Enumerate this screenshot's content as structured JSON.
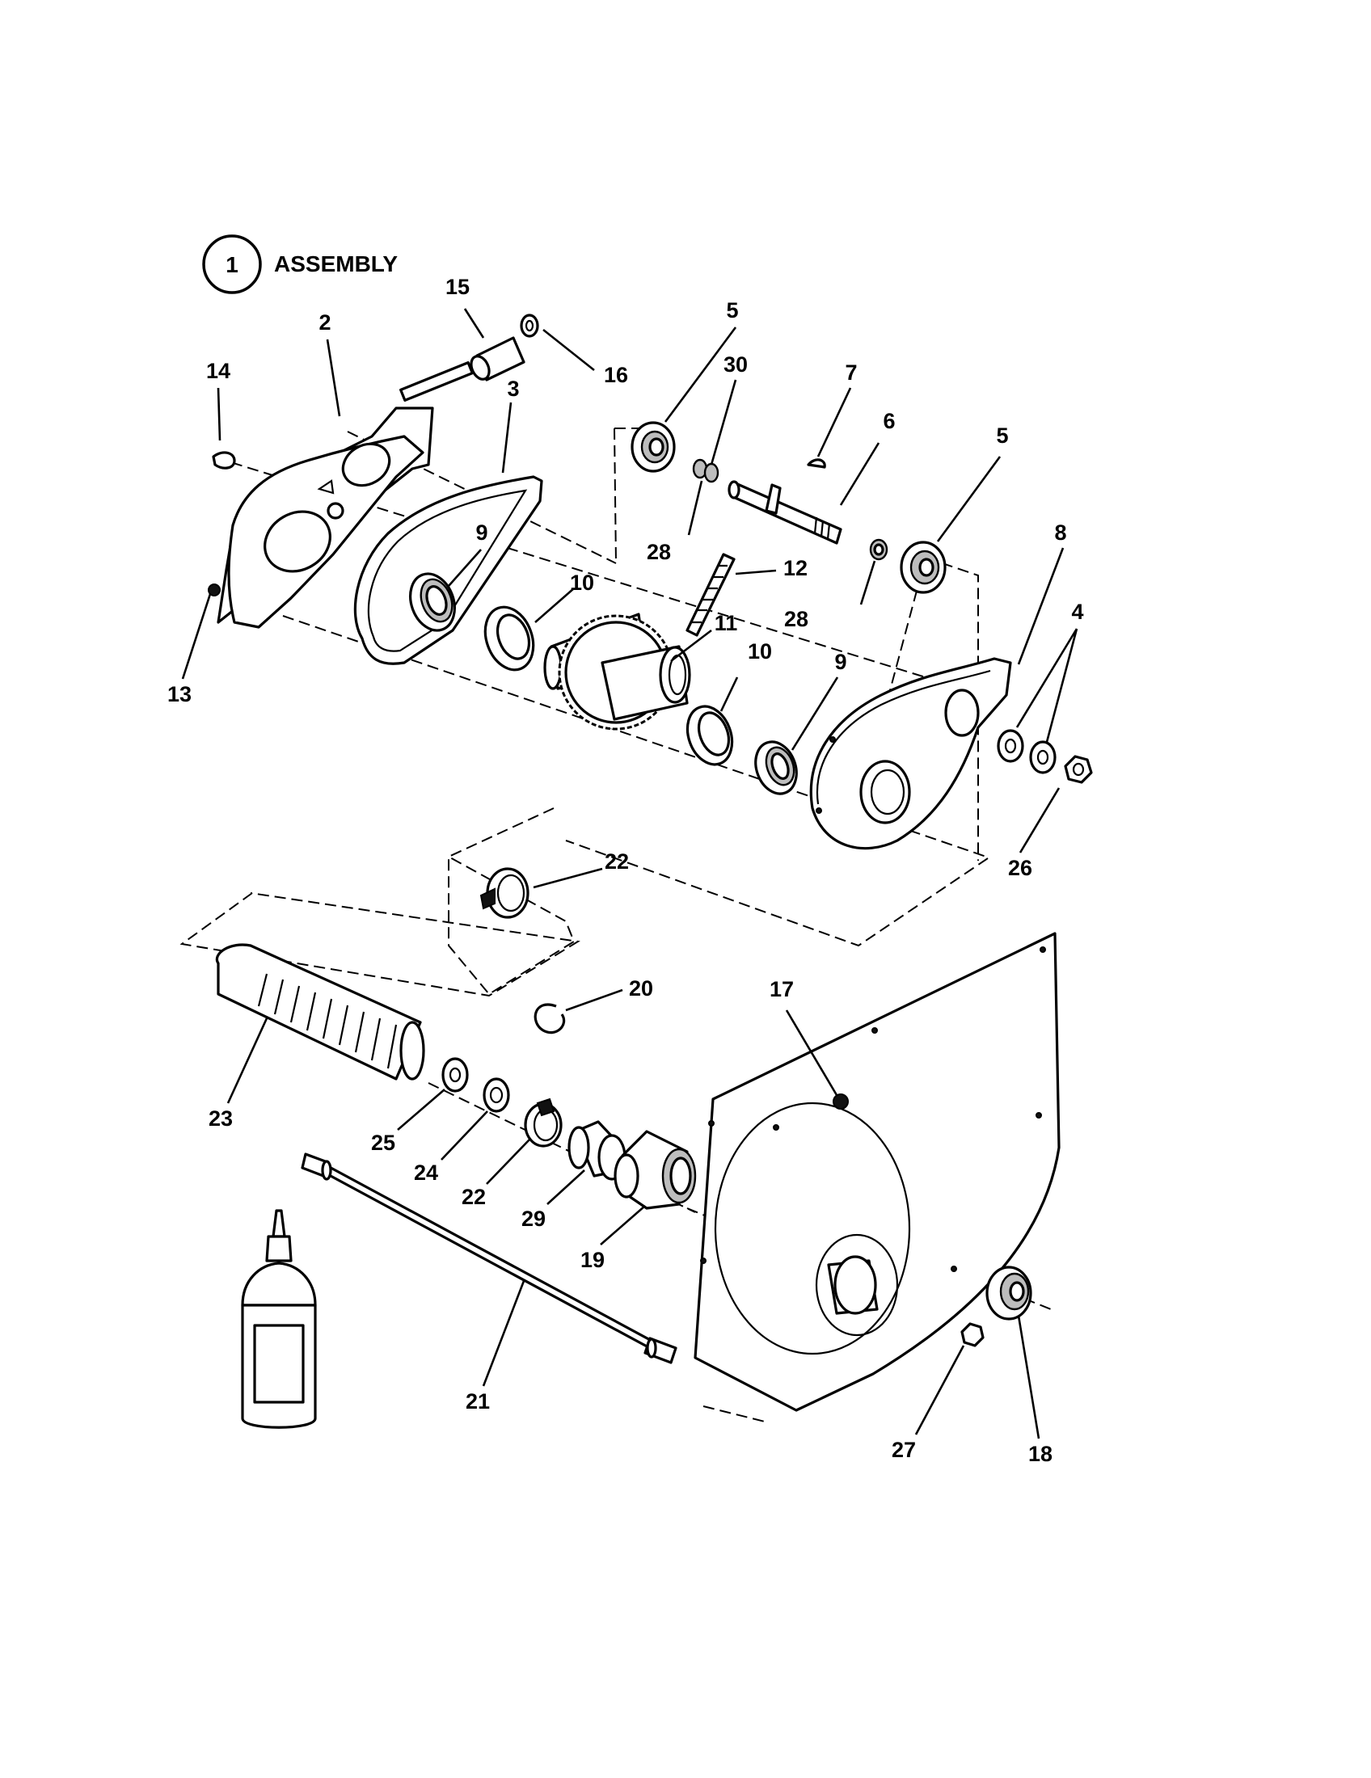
{
  "assembly": {
    "number": "1",
    "label": "ASSEMBLY"
  },
  "callouts": [
    {
      "id": "c15",
      "text": "15"
    },
    {
      "id": "c16",
      "text": "16"
    },
    {
      "id": "c2",
      "text": "2"
    },
    {
      "id": "c3",
      "text": "3"
    },
    {
      "id": "c14",
      "text": "14"
    },
    {
      "id": "c5a",
      "text": "5"
    },
    {
      "id": "c30",
      "text": "30"
    },
    {
      "id": "c7",
      "text": "7"
    },
    {
      "id": "c6",
      "text": "6"
    },
    {
      "id": "c5b",
      "text": "5"
    },
    {
      "id": "c28a",
      "text": "28"
    },
    {
      "id": "c12",
      "text": "12"
    },
    {
      "id": "c28b",
      "text": "28"
    },
    {
      "id": "c9a",
      "text": "9"
    },
    {
      "id": "c10a",
      "text": "10"
    },
    {
      "id": "c11",
      "text": "11"
    },
    {
      "id": "c10b",
      "text": "10"
    },
    {
      "id": "c9b",
      "text": "9"
    },
    {
      "id": "c8",
      "text": "8"
    },
    {
      "id": "c4",
      "text": "4"
    },
    {
      "id": "c13",
      "text": "13"
    },
    {
      "id": "c26",
      "text": "26"
    },
    {
      "id": "c22a",
      "text": "22"
    },
    {
      "id": "c20",
      "text": "20"
    },
    {
      "id": "c17",
      "text": "17"
    },
    {
      "id": "c23",
      "text": "23"
    },
    {
      "id": "c25",
      "text": "25"
    },
    {
      "id": "c24",
      "text": "24"
    },
    {
      "id": "c22b",
      "text": "22"
    },
    {
      "id": "c29",
      "text": "29"
    },
    {
      "id": "c19",
      "text": "19"
    },
    {
      "id": "c21",
      "text": "21"
    },
    {
      "id": "c27",
      "text": "27"
    },
    {
      "id": "c18",
      "text": "18"
    }
  ]
}
